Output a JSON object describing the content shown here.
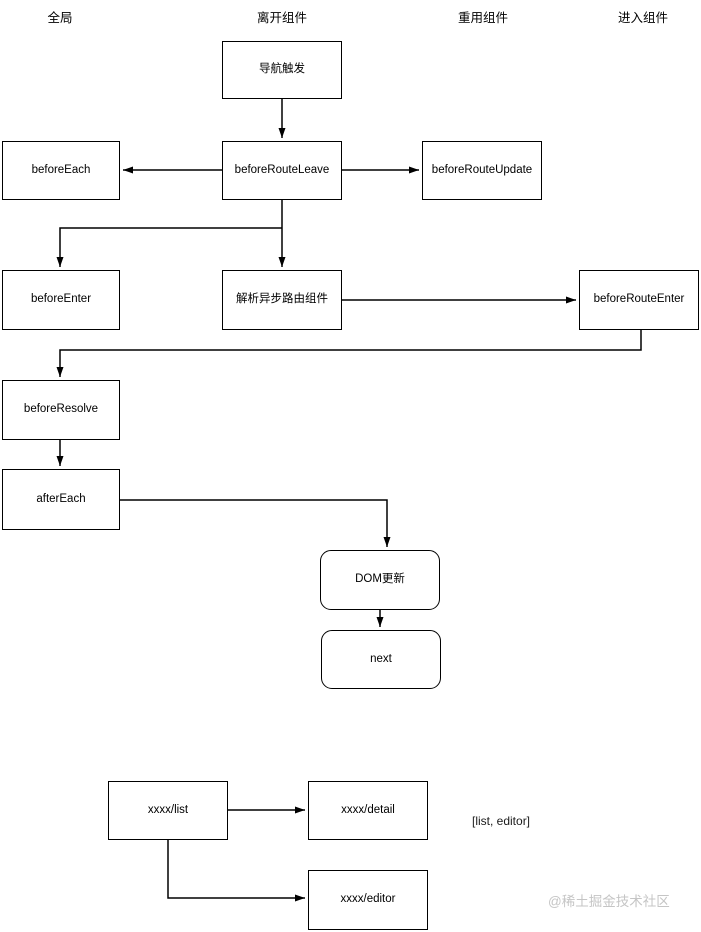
{
  "headers": [
    {
      "label": "全局"
    },
    {
      "label": "离开组件"
    },
    {
      "label": "重用组件"
    },
    {
      "label": "进入组件"
    }
  ],
  "nodes": [
    {
      "id": "nav-trigger",
      "label": "导航触发"
    },
    {
      "id": "before-each",
      "label": "beforeEach"
    },
    {
      "id": "before-route-leave",
      "label": "beforeRouteLeave"
    },
    {
      "id": "before-route-update",
      "label": "beforeRouteUpdate"
    },
    {
      "id": "before-enter",
      "label": "beforeEnter"
    },
    {
      "id": "resolve-async-components",
      "label": "解析异步路由组件"
    },
    {
      "id": "before-route-enter",
      "label": "beforeRouteEnter"
    },
    {
      "id": "before-resolve",
      "label": "beforeResolve"
    },
    {
      "id": "after-each",
      "label": "afterEach"
    },
    {
      "id": "dom-update",
      "label": "DOM更新"
    },
    {
      "id": "next",
      "label": "next"
    },
    {
      "id": "route-list",
      "label": "xxxx/list"
    },
    {
      "id": "route-detail",
      "label": "xxxx/detail"
    },
    {
      "id": "route-editor",
      "label": "xxxx/editor"
    }
  ],
  "edges": [
    {
      "from": "nav-trigger",
      "to": "before-route-leave"
    },
    {
      "from": "before-route-leave",
      "to": "before-each"
    },
    {
      "from": "before-route-leave",
      "to": "before-route-update"
    },
    {
      "from": "before-route-leave",
      "to": "before-enter"
    },
    {
      "from": "before-route-leave",
      "to": "resolve-async-components"
    },
    {
      "from": "resolve-async-components",
      "to": "before-route-enter"
    },
    {
      "from": "before-route-enter",
      "to": "before-resolve"
    },
    {
      "from": "before-resolve",
      "to": "after-each"
    },
    {
      "from": "after-each",
      "to": "dom-update"
    },
    {
      "from": "dom-update",
      "to": "next"
    },
    {
      "from": "route-list",
      "to": "route-detail"
    },
    {
      "from": "route-list",
      "to": "route-editor"
    }
  ],
  "annotation": "[list, editor]",
  "watermark": "@稀土掘金技术社区",
  "colors": {
    "stroke": "#000000",
    "node_fill": "#ffffff",
    "watermark": "#c5c5c5",
    "background": "#ffffff"
  }
}
